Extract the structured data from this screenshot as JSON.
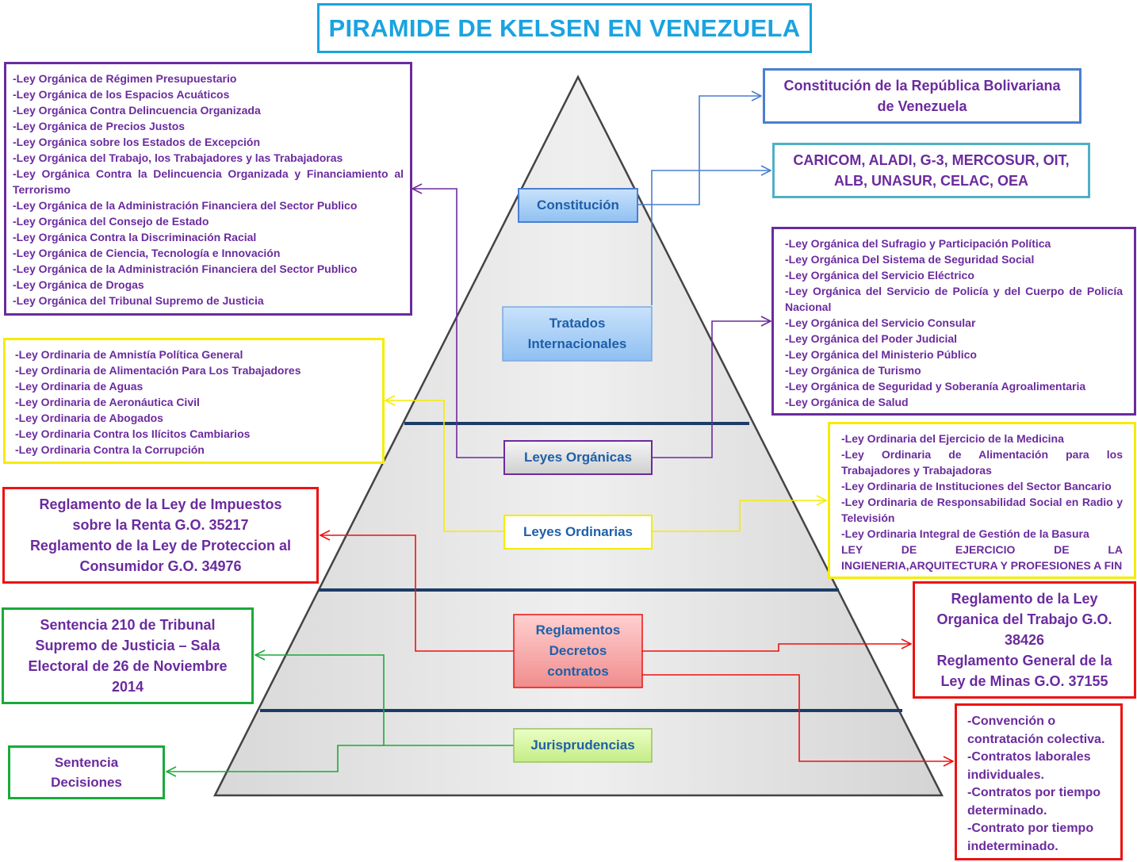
{
  "title": "PIRAMIDE DE KELSEN  EN VENEZUELA",
  "tiers": {
    "constitucion": "Constitución",
    "tratados": "Tratados Internacionales",
    "organicas": "Leyes Orgánicas",
    "ordinarias": "Leyes Ordinarias",
    "reglamentos": "Reglamentos Decretos contratos",
    "jurisprudencias": "Jurisprudencias"
  },
  "constitution_box": "Constitución de la República Bolivariana de Venezuela",
  "treaties_box": "CARICOM, ALADI,  G-3, MERCOSUR, OIT, ALB, UNASUR, CELAC, OEA",
  "organic_left": [
    "-Ley Orgánica de Régimen Presupuestario",
    "-Ley Orgánica de los Espacios Acuáticos",
    "-Ley Orgánica Contra Delincuencia Organizada",
    "-Ley Orgánica de Precios Justos",
    "-Ley Orgánica sobre los Estados de Excepción",
    "-Ley Orgánica del Trabajo, los Trabajadores y las Trabajadoras",
    "-Ley Orgánica Contra la Delincuencia Organizada y Financiamiento al Terrorismo",
    "-Ley Orgánica de la Administración Financiera del Sector Publico",
    "-Ley Orgánica del Consejo de Estado",
    "-Ley Orgánica Contra la Discriminación Racial",
    "-Ley Orgánica de Ciencia, Tecnología e Innovación",
    "-Ley Orgánica de la Administración Financiera del Sector Publico",
    "-Ley Orgánica de Drogas",
    "-Ley Orgánica del Tribunal Supremo de Justicia"
  ],
  "organic_right": [
    "-Ley Orgánica del Sufragio y Participación Política",
    "-Ley Orgánica Del Sistema de Seguridad Social",
    "-Ley Orgánica del Servicio Eléctrico",
    "-Ley Orgánica del Servicio de Policía y del Cuerpo de Policía Nacional",
    "-Ley Orgánica del Servicio Consular",
    "-Ley Orgánica del Poder Judicial",
    "-Ley Orgánica del Ministerio Público",
    "-Ley Orgánica de Turismo",
    "-Ley Orgánica de Seguridad y Soberanía Agroalimentaria",
    "-Ley Orgánica de Salud"
  ],
  "ordinary_left": [
    "-Ley Ordinaria de Amnistía Política General",
    "-Ley Ordinaria de Alimentación Para Los Trabajadores",
    "-Ley Ordinaria de Aguas",
    "-Ley Ordinaria de Aeronáutica Civil",
    "-Ley Ordinaria de Abogados",
    "-Ley Ordinaria Contra los Ilícitos Cambiarios",
    "-Ley Ordinaria Contra la Corrupción"
  ],
  "ordinary_right": [
    "-Ley Ordinaria del Ejercicio de la Medicina",
    "-Ley Ordinaria de Alimentación para los Trabajadores y Trabajadoras",
    "-Ley Ordinaria de Instituciones del Sector Bancario",
    "-Ley Ordinaria de Responsabilidad Social en Radio y Televisión",
    "-Ley Ordinaria Integral de Gestión de la Basura",
    "LEY DE EJERCICIO DE LA INGIENERIA,ARQUITECTURA Y PROFESIONES A FIN"
  ],
  "reglamento_left": [
    "Reglamento de la Ley de Impuestos",
    "sobre la Renta G.O. 35217",
    "Reglamento de la Ley de Proteccion al",
    "Consumidor G.O. 34976"
  ],
  "reglamento_right": [
    "Reglamento de la Ley",
    "Organica del Trabajo G.O.",
    "38426",
    "Reglamento General de la",
    "Ley de Minas G.O. 37155"
  ],
  "contratos": [
    "-Convención o",
    "contratación colectiva.",
    "-Contratos laborales",
    "individuales.",
    "-Contratos por tiempo",
    "determinado.",
    "-Contrato por tiempo",
    "indeterminado."
  ],
  "sentencia_210": [
    "Sentencia 210 de Tribunal",
    "Supremo de Justicia – Sala",
    "Electoral de 26 de Noviembre",
    "2014"
  ],
  "sentencia_decisiones": [
    "Sentencia",
    "Decisiones"
  ],
  "colors": {
    "title": "#1aa3e0",
    "purple": "#6b2b9e",
    "yellow": "#f5ec00",
    "red": "#ee1111",
    "green": "#1aaa3a",
    "blue": "#4a7fd0",
    "teal": "#4fb0c6",
    "tier_text": "#1f5fa8"
  }
}
